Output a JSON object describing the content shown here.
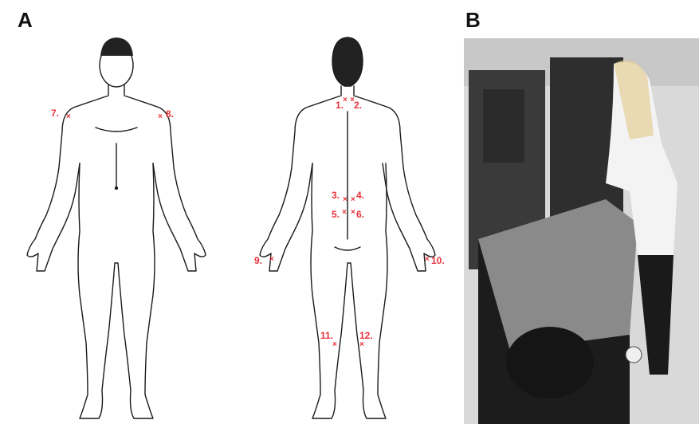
{
  "panels": {
    "a": {
      "letter": "A"
    },
    "b": {
      "letter": "B"
    }
  },
  "measurement_points": [
    {
      "id": "pt-7",
      "label": "7."
    },
    {
      "id": "pt-8",
      "label": "8."
    },
    {
      "id": "pt-1",
      "label": "1."
    },
    {
      "id": "pt-2",
      "label": "2."
    },
    {
      "id": "pt-3",
      "label": "3."
    },
    {
      "id": "pt-4",
      "label": "4."
    },
    {
      "id": "pt-5",
      "label": "5."
    },
    {
      "id": "pt-6",
      "label": "6."
    },
    {
      "id": "pt-9",
      "label": "9."
    },
    {
      "id": "pt-10",
      "label": "10."
    },
    {
      "id": "pt-11",
      "label": "11."
    },
    {
      "id": "pt-12",
      "label": "12."
    }
  ],
  "marker_symbol": "×",
  "colors": {
    "marker": "#e8323a",
    "outline": "#1a1a1a",
    "photo_dark": "#2a2a2a"
  }
}
